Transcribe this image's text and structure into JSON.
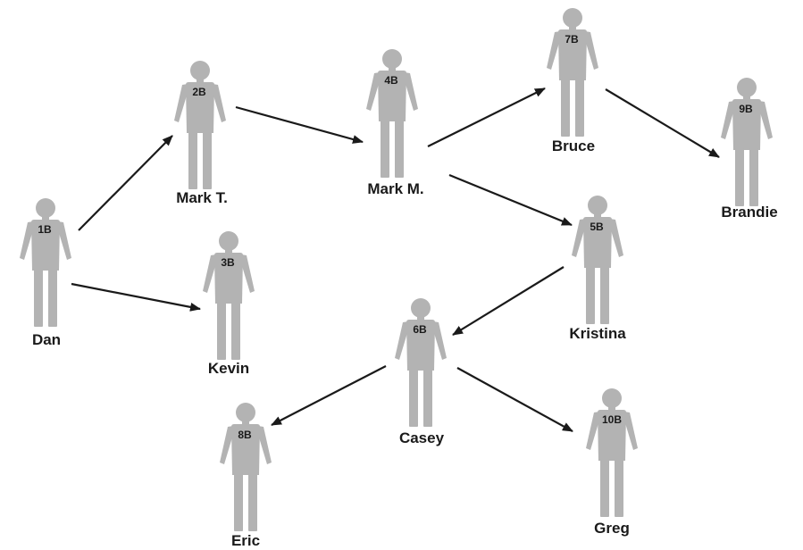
{
  "people": [
    {
      "id": "dan",
      "name": "Dan",
      "badge": "1B"
    },
    {
      "id": "mark-t",
      "name": "Mark T.",
      "badge": "2B"
    },
    {
      "id": "kevin",
      "name": "Kevin",
      "badge": "3B"
    },
    {
      "id": "mark-m",
      "name": "Mark M.",
      "badge": "4B"
    },
    {
      "id": "kristina",
      "name": "Kristina",
      "badge": "5B"
    },
    {
      "id": "casey",
      "name": "Casey",
      "badge": "6B"
    },
    {
      "id": "bruce",
      "name": "Bruce",
      "badge": "7B"
    },
    {
      "id": "eric",
      "name": "Eric",
      "badge": "8B"
    },
    {
      "id": "brandie",
      "name": "Brandie",
      "badge": "9B"
    },
    {
      "id": "greg",
      "name": "Greg",
      "badge": "10B"
    }
  ],
  "connections": [
    {
      "from": "dan",
      "to": "mark-t"
    },
    {
      "from": "dan",
      "to": "kevin"
    },
    {
      "from": "mark-t",
      "to": "mark-m"
    },
    {
      "from": "mark-m",
      "to": "bruce"
    },
    {
      "from": "mark-m",
      "to": "kristina"
    },
    {
      "from": "bruce",
      "to": "brandie"
    },
    {
      "from": "kristina",
      "to": "casey"
    },
    {
      "from": "casey",
      "to": "eric"
    },
    {
      "from": "casey",
      "to": "greg"
    }
  ],
  "colors": {
    "figure": "#b3b3b3",
    "text": "#1a1a1a",
    "arrow": "#1a1a1a",
    "background": "#ffffff"
  }
}
